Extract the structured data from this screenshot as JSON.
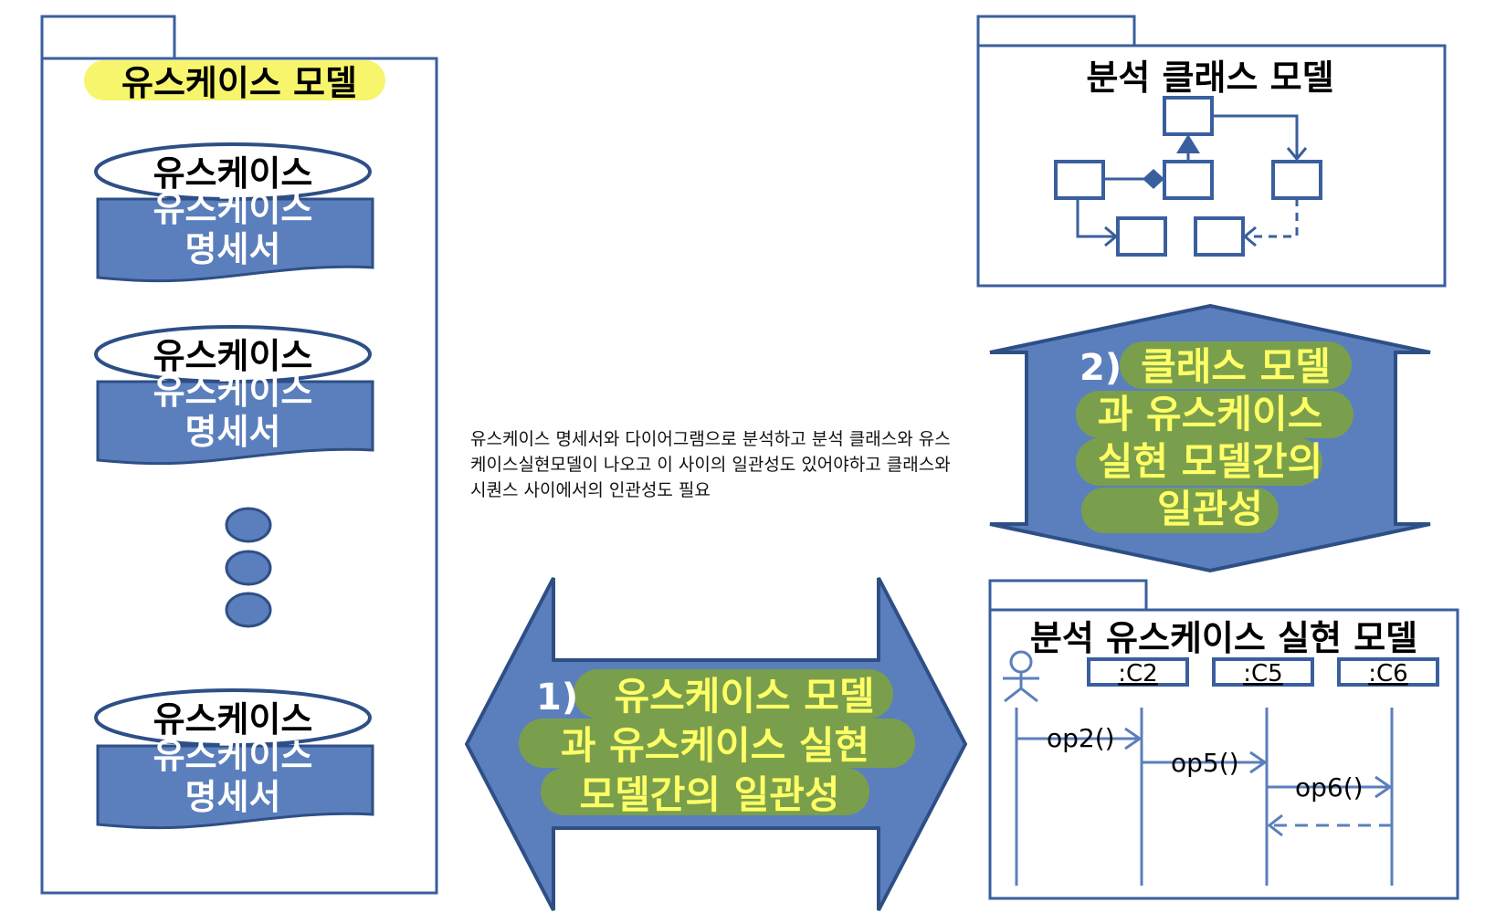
{
  "usecase_model": {
    "title": "유스케이스 모델",
    "entries": [
      {
        "ellipse_label": "유스케이스",
        "doc_line1": "유스케이스",
        "doc_line2": "명세서"
      },
      {
        "ellipse_label": "유스케이스",
        "doc_line1": "유스케이스",
        "doc_line2": "명세서"
      },
      {
        "ellipse_label": "유스케이스",
        "doc_line1": "유스케이스",
        "doc_line2": "명세서"
      }
    ]
  },
  "class_model": {
    "title": "분석 클래스 모델"
  },
  "consistency_1": {
    "prefix": "1)",
    "lines": [
      "유스케이스 모델",
      "과 유스케이스 실현",
      "모델간의 일관성"
    ]
  },
  "consistency_2": {
    "prefix": "2)",
    "lines": [
      "클래스 모델",
      "과 유스케이스",
      "실현 모델간의",
      "일관성"
    ]
  },
  "note": {
    "lines": [
      "유스케이스 명세서와 다이어그램으로 분석하고 분석 클래스와 유스",
      "케이스실현모델이 나오고 이 사이의 일관성도 있어야하고 클래스와",
      "시퀀스 사이에서의 인관성도 필요"
    ]
  },
  "realization_model": {
    "title": "분석 유스케이스 실현 모델",
    "lifelines": [
      ":C2",
      ":C5",
      ":C6"
    ],
    "messages": [
      "op2()",
      "op5()",
      "op6()"
    ]
  },
  "colors": {
    "stroke": "#3a5f9e",
    "fill_blue": "#5b7fbd",
    "highlight_yellow": "#f7f56b",
    "highlight_green": "#7a9f4c",
    "text_yellow": "#ffff66"
  }
}
